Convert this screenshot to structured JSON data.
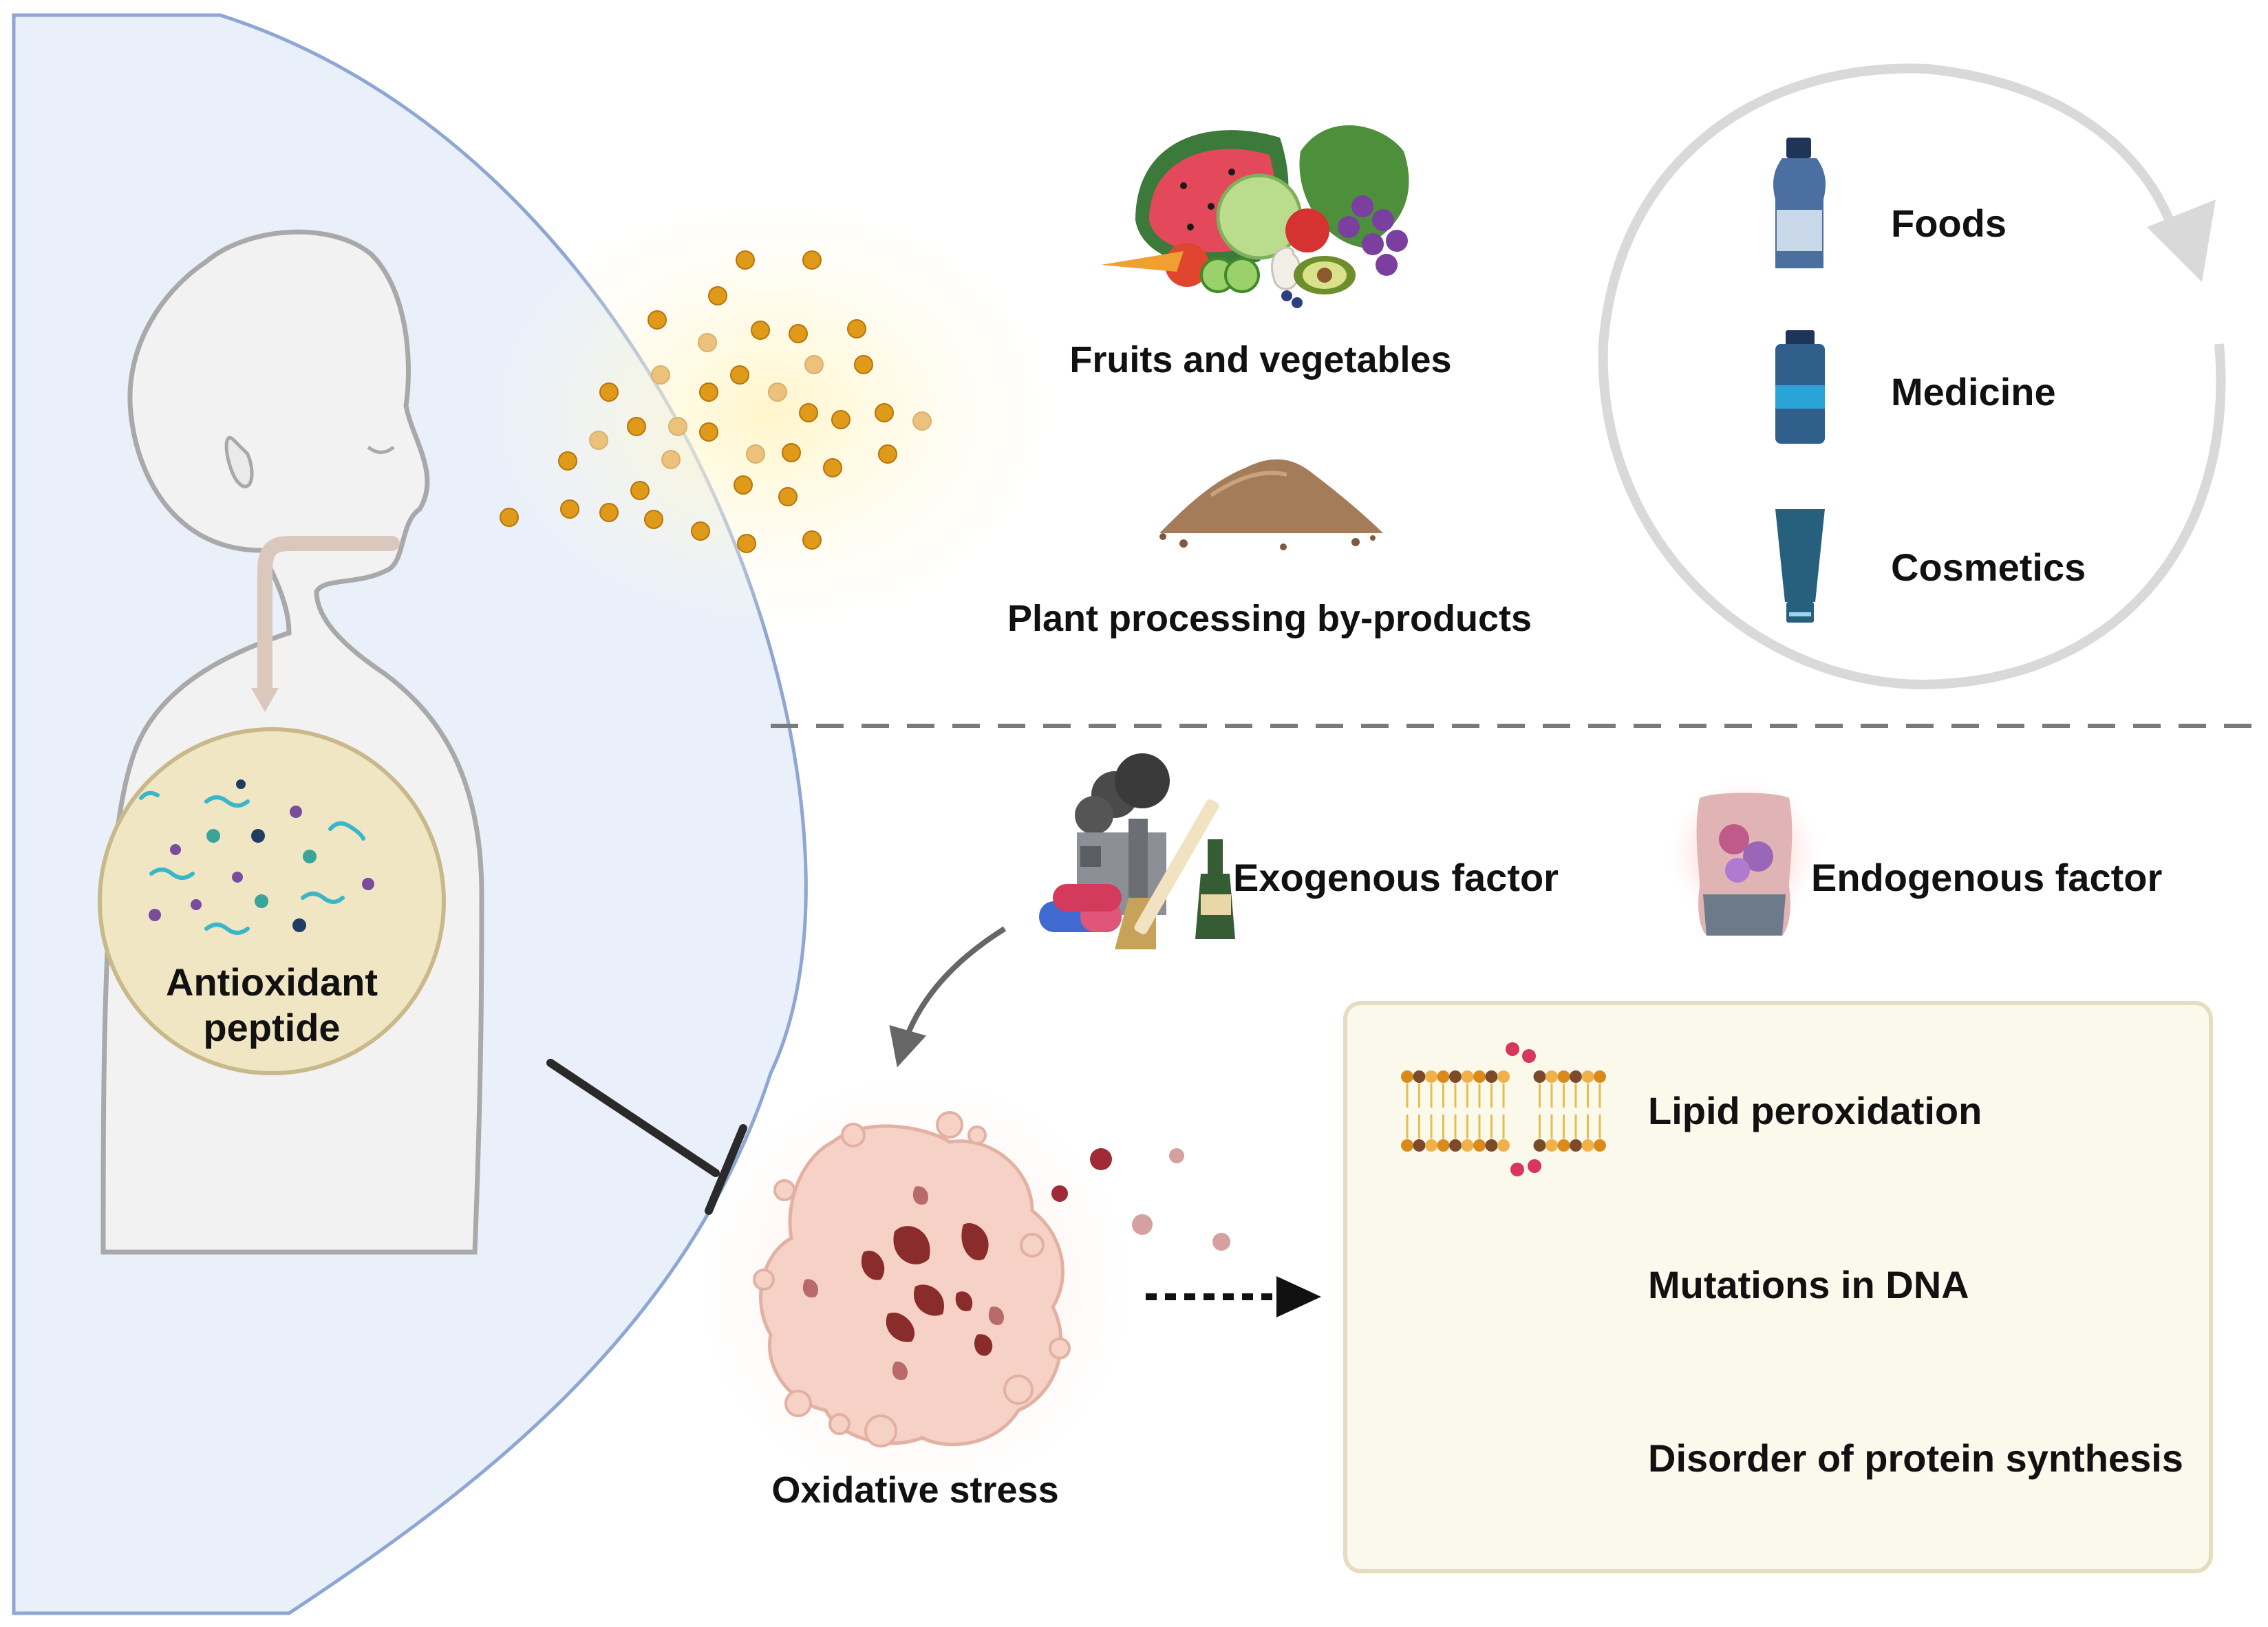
{
  "labels": {
    "antioxidant_peptide_line1": "Antioxidant",
    "antioxidant_peptide_line2": "peptide",
    "fruits_and_vegetables": "Fruits and vegetables",
    "plant_by_products": "Plant processing by-products",
    "foods": "Foods",
    "medicine": "Medicine",
    "cosmetics": "Cosmetics",
    "exogenous_factor": "Exogenous factor",
    "endogenous_factor": "Endogenous factor",
    "oxidative_stress": "Oxidative stress",
    "lipid_peroxidation": "Lipid peroxidation",
    "mutations_in_dna": "Mutations in DNA",
    "protein_synthesis_disorder": "Disorder of protein synthesis"
  },
  "colors": {
    "body_panel": "#e9f0fa",
    "body_panel_edge": "#8ea6d4",
    "peptide_dot": "#e09a1a",
    "stomach_fill": "#f1e6c4",
    "outcome_box": "#fbf8ec",
    "cell": "#f6d2c6",
    "cell_damage": "#8a2c2c",
    "product_blue": "#2f5f8a"
  },
  "icons": [
    "human-silhouette-icon",
    "fruit-vegetable-icon",
    "soil-pile-icon",
    "bottle-icon",
    "medicine-jar-icon",
    "cosmetic-tube-icon",
    "factory-pollution-icon",
    "torso-inflammation-icon",
    "damaged-cell-icon",
    "lipid-bilayer-icon",
    "dna-helix-icon",
    "protein-fragments-icon"
  ]
}
